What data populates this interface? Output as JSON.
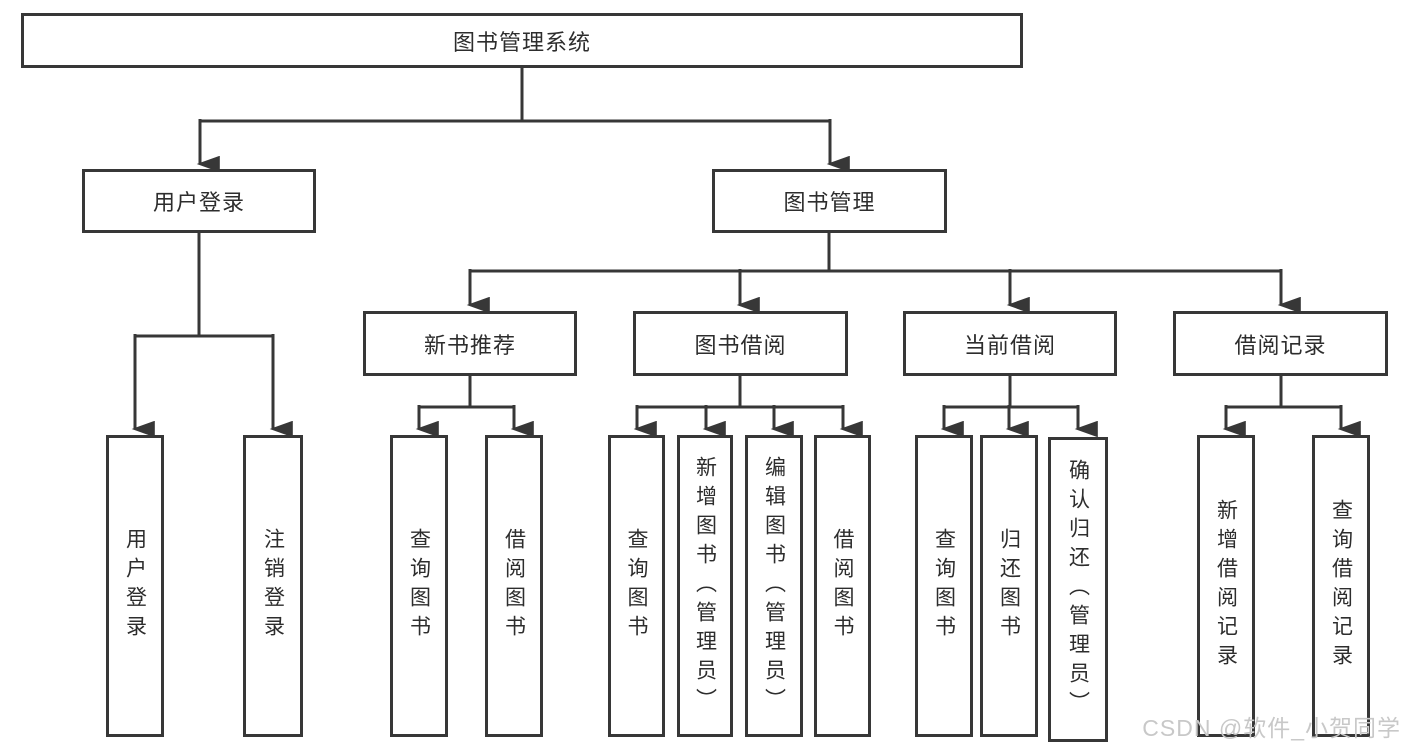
{
  "diagram_title": "图书管理系统",
  "tree": {
    "label": "图书管理系统",
    "children": [
      {
        "label": "用户登录",
        "children": [
          {
            "label": "用户登录"
          },
          {
            "label": "注销登录"
          }
        ]
      },
      {
        "label": "图书管理",
        "children": [
          {
            "label": "新书推荐",
            "children": [
              {
                "label": "查询图书"
              },
              {
                "label": "借阅图书"
              }
            ]
          },
          {
            "label": "图书借阅",
            "children": [
              {
                "label": "查询图书"
              },
              {
                "label": "新增图书（管理员）"
              },
              {
                "label": "编辑图书（管理员）"
              },
              {
                "label": "借阅图书"
              }
            ]
          },
          {
            "label": "当前借阅",
            "children": [
              {
                "label": "查询图书"
              },
              {
                "label": "归还图书"
              },
              {
                "label": "确认归还（管理员）"
              }
            ]
          },
          {
            "label": "借阅记录",
            "children": [
              {
                "label": "新增借阅记录"
              },
              {
                "label": "查询借阅记录"
              }
            ]
          }
        ]
      }
    ]
  },
  "watermark": {
    "text": "CSDN @软件_小贺同学"
  },
  "colors": {
    "line": "#373737",
    "box_border": "#373737",
    "box_background": "#ffffff",
    "text": "#2d2d2d",
    "watermark": "#c8c8c8"
  }
}
